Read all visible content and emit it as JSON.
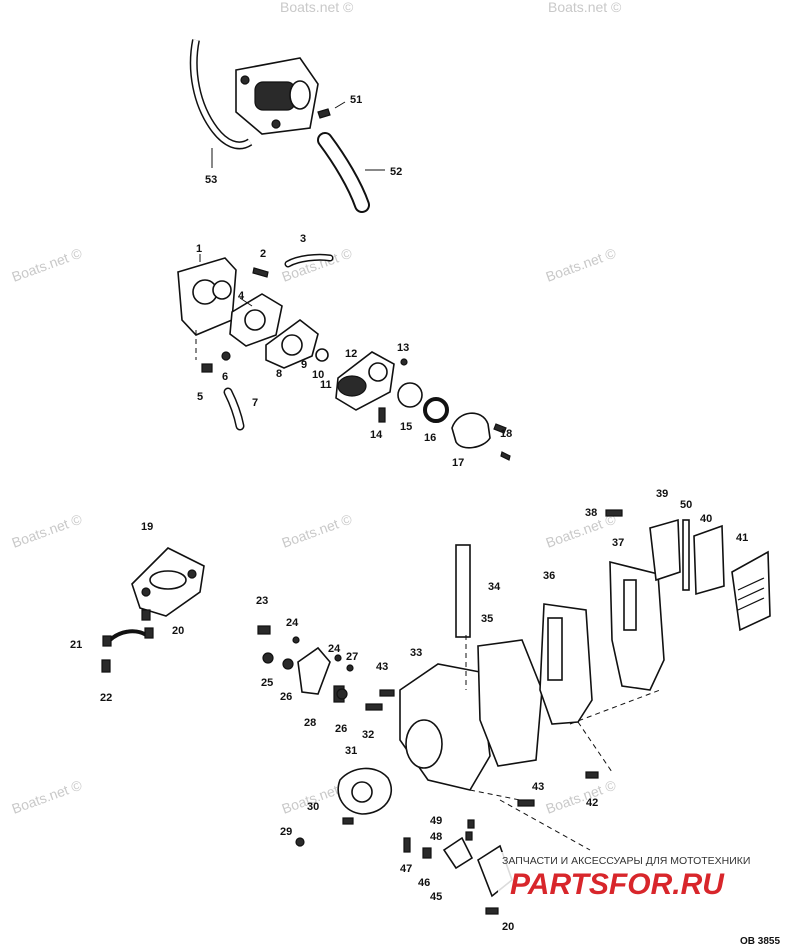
{
  "diagram_code": "OB 3855",
  "shop_banner": {
    "tagline": "ЗАПЧАСТИ И АКСЕССУАРЫ ДЛЯ МОТОТЕХНИКИ",
    "logo": "PARTSFOR.RU"
  },
  "watermark": "Boats.net ©",
  "colors": {
    "ink": "#111111",
    "shop_red": "#d8262b",
    "watermark": "#c9c9c9"
  },
  "part_callouts": [
    "51",
    "52",
    "53",
    "1",
    "2",
    "3",
    "4",
    "5",
    "6",
    "7",
    "8",
    "9",
    "10",
    "11",
    "12",
    "13",
    "14",
    "15",
    "16",
    "17",
    "18",
    "19",
    "20",
    "20",
    "21",
    "22",
    "23",
    "24",
    "24",
    "25",
    "26",
    "26",
    "27",
    "28",
    "29",
    "30",
    "31",
    "32",
    "33",
    "34",
    "35",
    "36",
    "37",
    "38",
    "39",
    "40",
    "41",
    "42",
    "43",
    "43",
    "45",
    "46",
    "47",
    "48",
    "49",
    "50"
  ]
}
